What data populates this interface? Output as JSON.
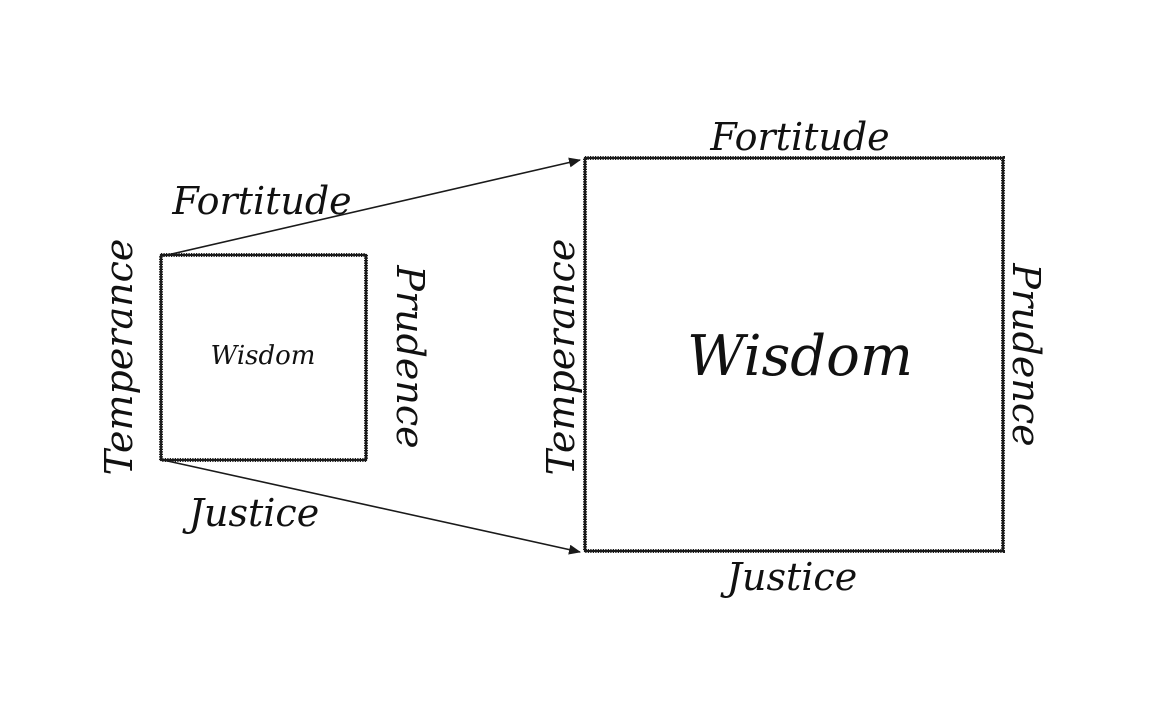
{
  "small_square": {
    "center": "Wisdom",
    "top": "Fortitude",
    "left": "Temperance",
    "right": "Prudence",
    "bottom": "Justice"
  },
  "large_square": {
    "center": "Wisdom",
    "top": "Fortitude",
    "left": "Temperance",
    "right": "Prudence",
    "bottom": "Justice"
  },
  "colors": {
    "ink": "#1a1a1a",
    "background": "#ffffff"
  }
}
